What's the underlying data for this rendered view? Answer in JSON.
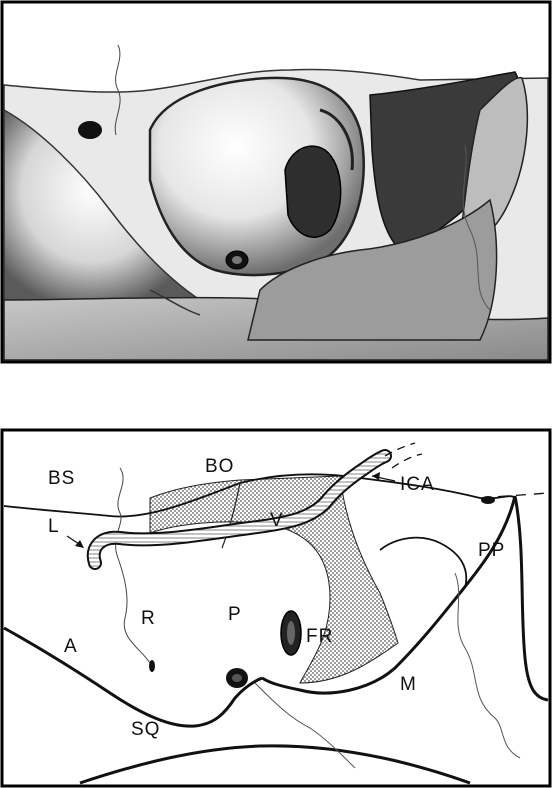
{
  "figure": {
    "labels": {
      "bs": "BS",
      "bo": "BO",
      "ica": "ICA",
      "l": "L",
      "v": "V",
      "pp": "PP",
      "r": "R",
      "p": "P",
      "a": "A",
      "fr": "FR",
      "m": "M",
      "sq": "SQ"
    }
  }
}
